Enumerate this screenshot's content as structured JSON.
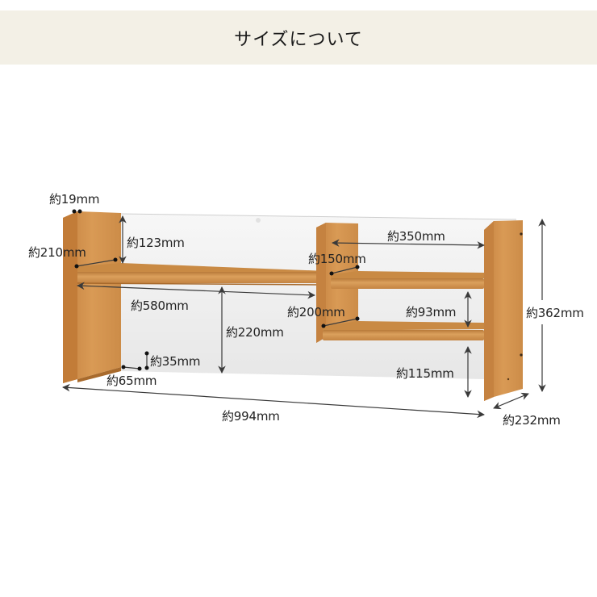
{
  "header": {
    "title": "サイズについて"
  },
  "colors": {
    "header_bg": "#f3f0e6",
    "wood_light": "#d99a52",
    "wood_mid": "#c98a44",
    "wood_dark": "#a86a2c",
    "panel": "#f2f2f2",
    "arrow": "#3a3a3a"
  },
  "dimensions": {
    "side_thickness": "約19mm",
    "side_depth_top": "約210mm",
    "back_height_top": "約123mm",
    "lower_span_width": "約580mm",
    "lower_clearance": "約220mm",
    "notch_height": "約35mm",
    "notch_width": "約65mm",
    "total_width": "約994mm",
    "right_shelf_width": "約350mm",
    "upper_small_shelf_depth": "約150mm",
    "lower_small_shelf_depth": "約200mm",
    "shelf_gap": "約93mm",
    "bottom_clearance_right": "約115mm",
    "total_height": "約362mm",
    "total_depth": "約232mm"
  }
}
